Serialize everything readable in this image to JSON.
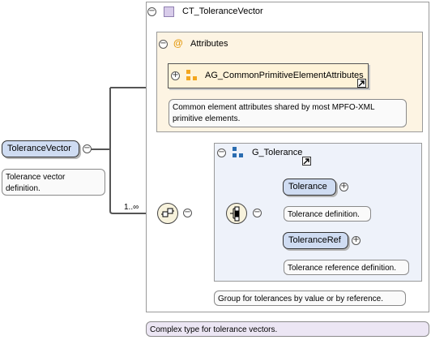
{
  "complex_type": {
    "name": "CT_ToleranceVector",
    "annotation": "Complex type for tolerance vectors."
  },
  "root_element": {
    "name": "ToleranceVector",
    "annotation": "Tolerance vector\ndefinition."
  },
  "attributes": {
    "label": "Attributes",
    "attribute_group": {
      "name": "AG_CommonPrimitiveElementAttributes",
      "annotation": "Common element attributes shared by most MPFO-XML\nprimitive elements."
    }
  },
  "sequence": {
    "cardinality": "1..∞"
  },
  "group": {
    "name": "G_Tolerance",
    "annotation": "Group for tolerances by value or by reference.",
    "children": [
      {
        "name": "Tolerance",
        "annotation": "Tolerance definition."
      },
      {
        "name": "ToleranceRef",
        "annotation": "Tolerance reference definition."
      }
    ]
  },
  "icons": {
    "collapse": "minus-toggle-icon",
    "expand": "plus-toggle-icon",
    "attribute": "at-sign-icon",
    "link": "link-arrow-icon"
  },
  "colors": {
    "attributes_bg": "#fdf4e3",
    "group_bg": "#eef2fa",
    "element_fill": "#cfdcf2",
    "annotation_ct_bg": "#ece6f4"
  }
}
